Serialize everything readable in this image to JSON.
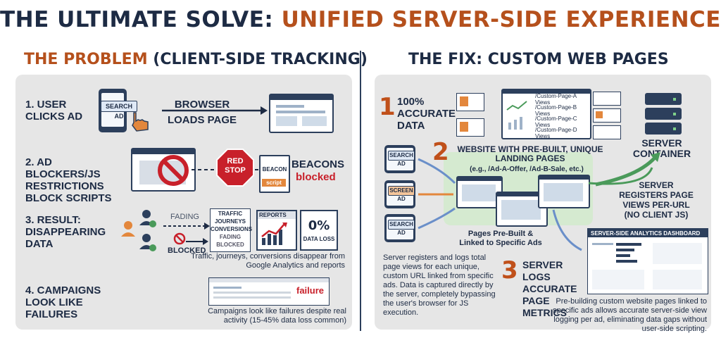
{
  "title": {
    "part1": "THE ULTIMATE SOLVE:",
    "part2": "UNIFIED SERVER-SIDE EXPERIENCE"
  },
  "problem": {
    "heading_a": "THE PROBLEM",
    "heading_b": "(CLIENT-SIDE TRACKING)",
    "step1": {
      "label": "1. USER CLICKS AD",
      "ad_button": "SEARCH AD",
      "browser_label": "BROWSER LOADS PAGE"
    },
    "step2": {
      "label": "2. AD BLOCKERS/JS RESTRICTIONS BLOCK SCRIPTS",
      "stop_line1": "RED",
      "stop_line2": "STOP",
      "beacon_tag": "BEACON",
      "script_tag": "script",
      "beacons_label": "BEACONS",
      "blocked_label": "blocked"
    },
    "step3": {
      "label": "3. RESULT: DISAPPEARING DATA",
      "fading": "FADING",
      "blocked": "BLOCKED",
      "faded_lines": [
        "TRAFFIC",
        "JOURNEYS",
        "CONVERSIONS",
        "FADING",
        "BLOCKED"
      ],
      "reports": "REPORTS",
      "percent": "0%",
      "data_loss": "DATA LOSS",
      "caption": "Traffic, journeys, conversions disappear from Google Analytics and reports"
    },
    "step4": {
      "label": "4. CAMPAIGNS LOOK LIKE FAILURES",
      "failure": "failure",
      "caption": "Campaigns look like failures despite real activity (15-45% data loss common)"
    }
  },
  "fix": {
    "heading_a": "THE FIX:",
    "heading_b": "CUSTOM WEB PAGES",
    "n1": "1",
    "accurate": "100% ACCURATE DATA",
    "ads": [
      "SEARCH AD",
      "SCREEN AD",
      "SEARCH AD"
    ],
    "n2": "2",
    "website_title": "WEBSITE WITH PRE-BUILT, UNIQUE LANDING PAGES",
    "website_sub": "(e.g., /Ad-A-Offer, /Ad-B-Sale, etc.)",
    "page_views": [
      "/Custom-Page-A Views",
      "/Custom-Page-B Views",
      "/Custom-Page-C Views",
      "/Custom-Page-D Views"
    ],
    "server_container": "SERVER CONTAINER",
    "server_registers": "SERVER REGISTERS PAGE VIEWS PER-URL (NO CLIENT JS)",
    "prebuilt": "Pages Pre-Built & Linked to Specific Ads",
    "dashboard_title": "SERVER-SIDE ANALYTICS DASHBOARD",
    "n3": "3",
    "logs": "SERVER LOGS ACCURATE PAGE METRICS",
    "left_paragraph": "Server registers and logs total page views for each unique, custom URL linked from specific ads. Data is captured directly by the server, completely bypassing the user's browser for JS execution.",
    "right_paragraph": "Pre-building custom website pages linked to specific ads allows accurate server-side view logging per ad, eliminating data gaps without user-side scripting."
  },
  "colors": {
    "navy": "#1d2b44",
    "orange": "#b5501c",
    "red": "#c8202a",
    "green": "#4a9a5a",
    "panel_gray": "#e6e6e6",
    "panel_green": "#e4efe2"
  }
}
